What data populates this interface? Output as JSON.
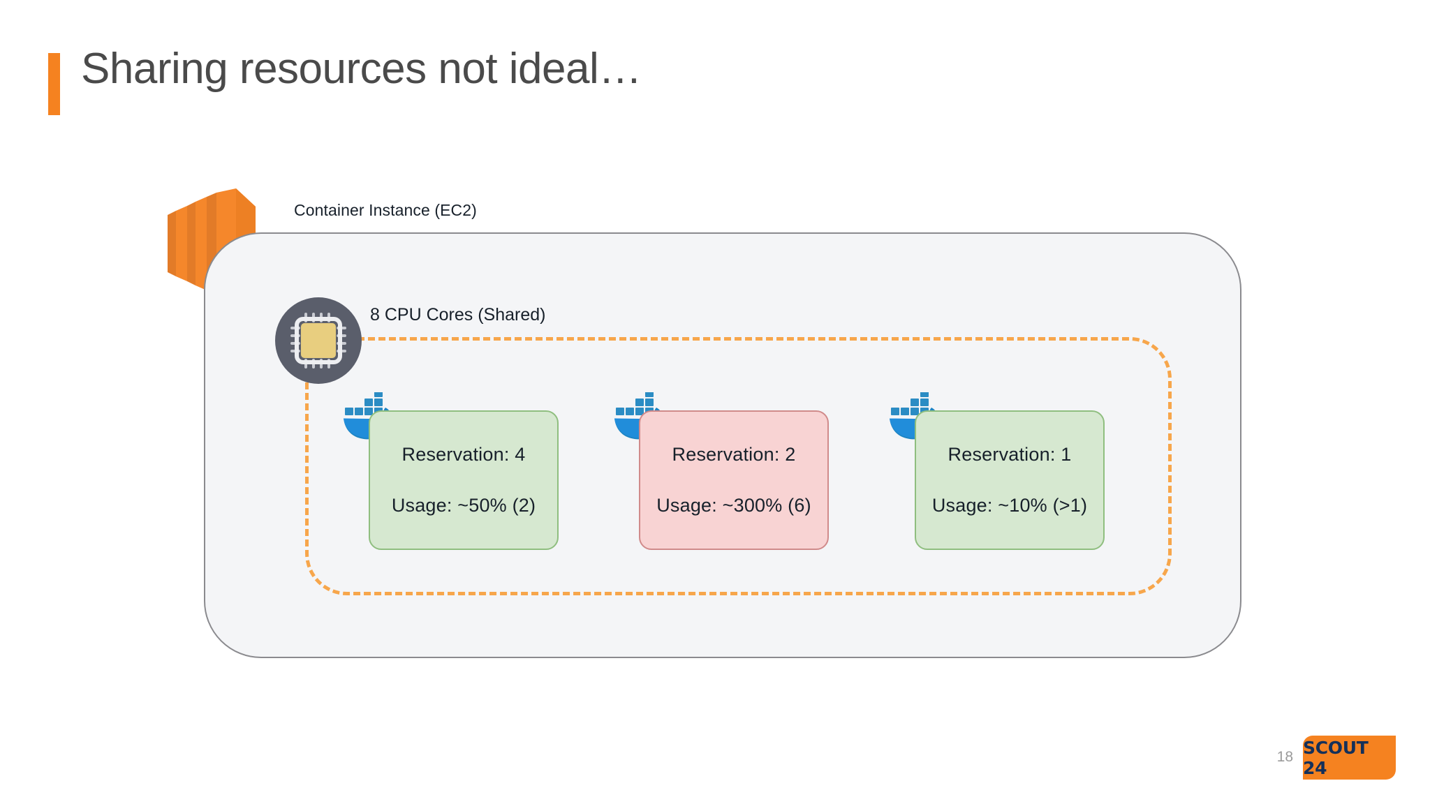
{
  "slide": {
    "title": "Sharing resources not ideal…",
    "accent_color": "#F58220",
    "page_number": "18",
    "background": "#FFFFFF"
  },
  "diagram": {
    "ec2": {
      "label": "Container Instance (EC2)",
      "icon": "aws-ec2-icon",
      "fill": "#F4F5F7",
      "border_color": "#8A8A8E"
    },
    "cpu": {
      "label": "8 CPU Cores (Shared)",
      "icon": "cpu-chip-icon",
      "dash_color": "#F7A64B",
      "circle_color": "#5A5E6B",
      "chip_color": "#E8CE7F"
    },
    "tasks": [
      {
        "icon": "docker-whale-icon",
        "reservation": "Reservation: 4",
        "usage": "Usage: ~50% (2)",
        "state": "ok",
        "fill": "#D6E8D0",
        "border": "#8FBE7F"
      },
      {
        "icon": "docker-whale-icon",
        "reservation": "Reservation: 2",
        "usage": "Usage: ~300% (6)",
        "state": "over",
        "fill": "#F8D3D3",
        "border": "#D08A8A"
      },
      {
        "icon": "docker-whale-icon",
        "reservation": "Reservation: 1",
        "usage": "Usage: ~10% (>1)",
        "state": "ok",
        "fill": "#D6E8D0",
        "border": "#8FBE7F"
      }
    ]
  },
  "footer": {
    "logo_text": "SCOUT 24",
    "logo_bg": "#F58220",
    "logo_fg": "#14305A"
  }
}
